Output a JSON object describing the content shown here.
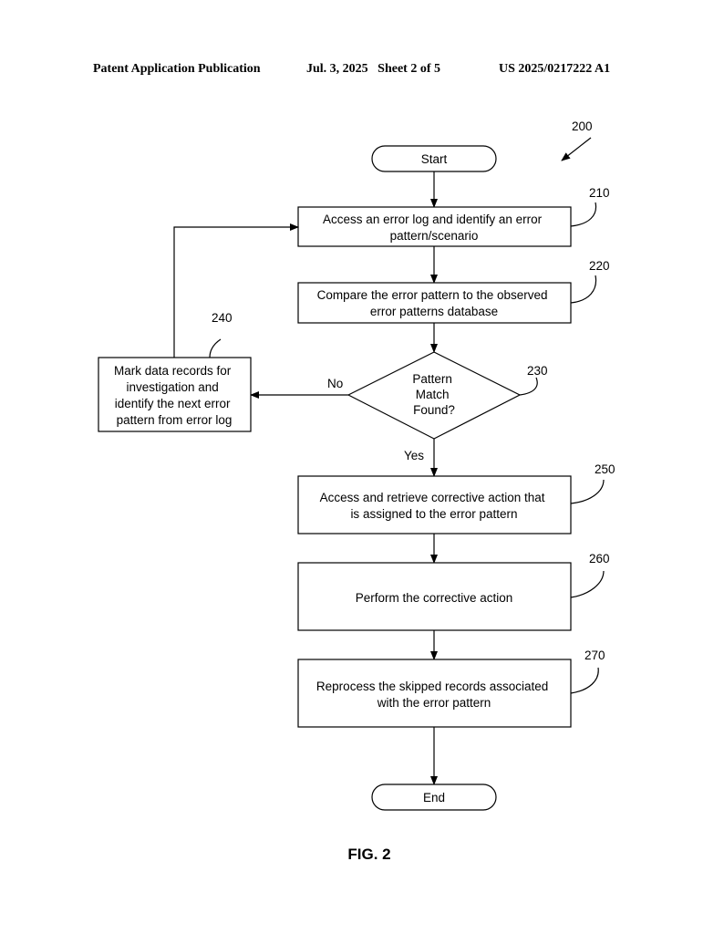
{
  "header": {
    "publication": "Patent Application Publication",
    "date_sheet": "Jul. 3, 2025   Sheet 2 of 5",
    "number": "US 2025/0217222 A1"
  },
  "diagram": {
    "ref": "200",
    "start": "Start",
    "end": "End",
    "step_210": {
      "ref": "210",
      "lines": [
        "Access an error log and identify an error",
        "pattern/scenario"
      ]
    },
    "step_220": {
      "ref": "220",
      "lines": [
        "Compare the error pattern to the observed",
        "error patterns database"
      ]
    },
    "step_230": {
      "ref": "230",
      "lines": [
        "Pattern",
        "Match",
        "Found?"
      ]
    },
    "step_240": {
      "ref": "240",
      "lines": [
        "Mark data records for",
        "investigation and",
        "identify the next error",
        "pattern from error log"
      ]
    },
    "step_250": {
      "ref": "250",
      "lines": [
        "Access and retrieve corrective action that",
        "is assigned to the error pattern"
      ]
    },
    "step_260": {
      "ref": "260",
      "lines": [
        "Perform the corrective action"
      ]
    },
    "step_270": {
      "ref": "270",
      "lines": [
        "Reprocess the skipped records associated",
        "with the error pattern"
      ]
    },
    "no_label": "No",
    "yes_label": "Yes"
  },
  "figure_label": "FIG. 2"
}
